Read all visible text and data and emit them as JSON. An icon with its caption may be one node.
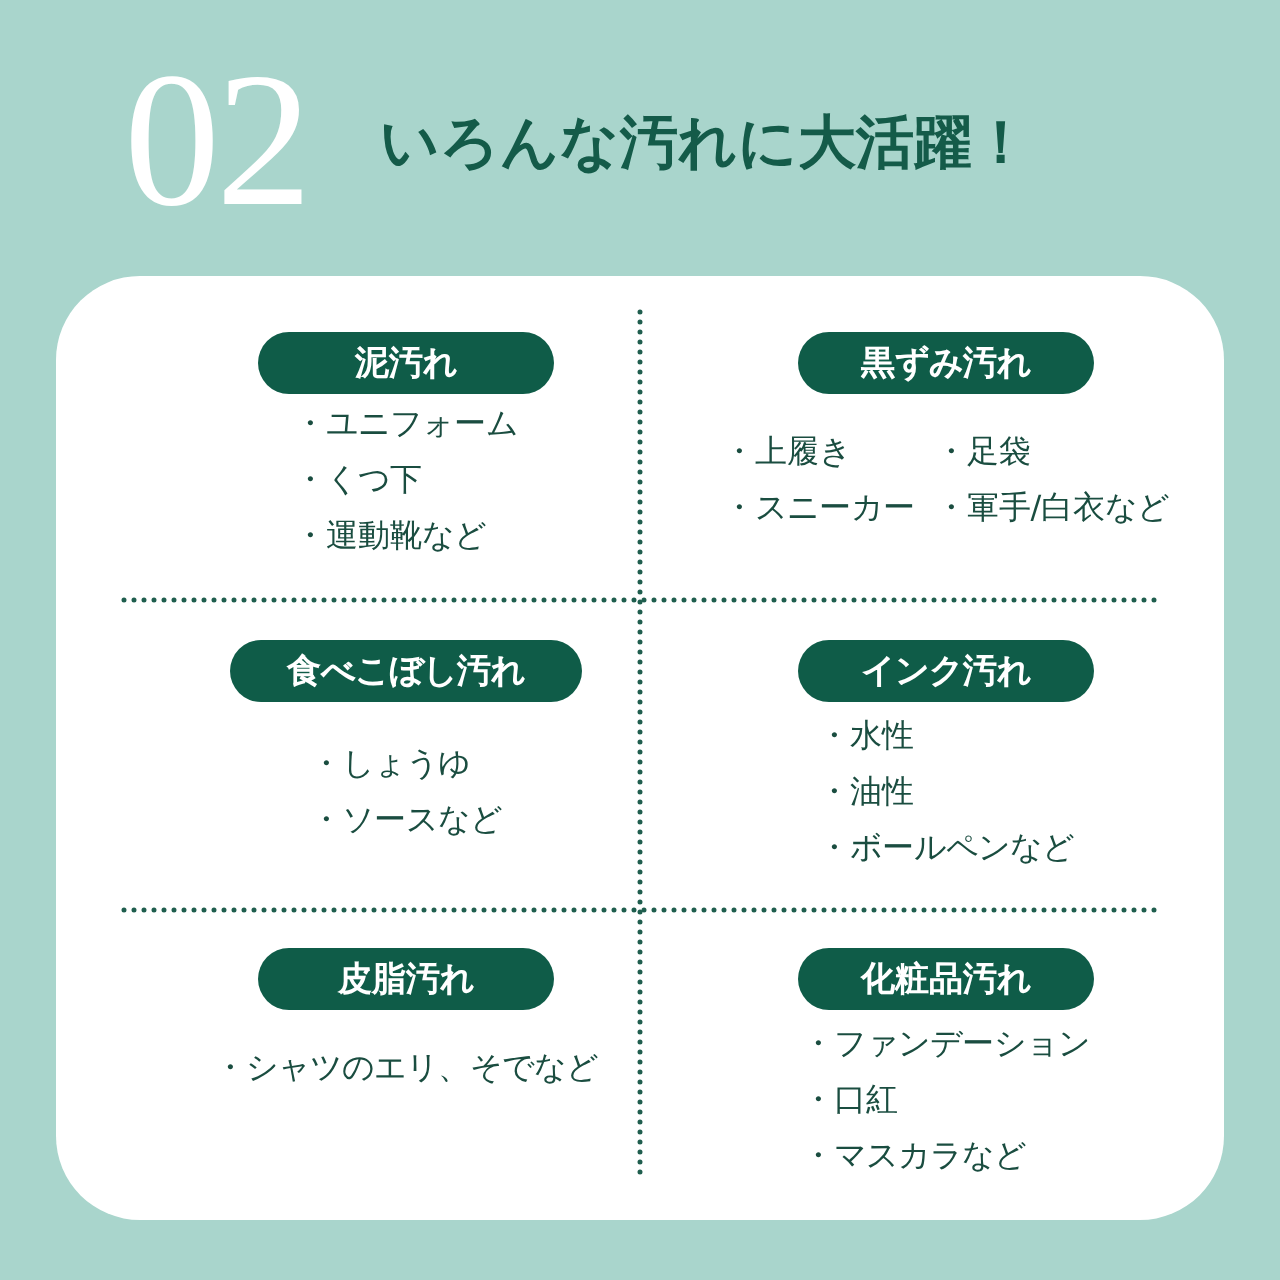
{
  "diagram": {
    "title": "いろんな汚れに大活躍！",
    "nodes": [
      {
        "text": [
          "泥汚れ"
        ],
        "beside": [
          "・ユニフォーム",
          "・くつ下",
          "・運動靴など"
        ]
      },
      {
        "text": [
          "黒ずみ汚れ"
        ],
        "beside": [
          "・上履き",
          "・足袋",
          "・スニーカー",
          "・軍手/白衣など"
        ]
      },
      {
        "text": [
          "食べこぼし汚れ"
        ],
        "beside": [
          "・しょうゆ",
          "・ソースなど"
        ]
      },
      {
        "text": [
          "インク汚れ"
        ],
        "beside": [
          "・水性",
          "・油性",
          "・ボールペンなど"
        ]
      },
      {
        "text": [
          "皮脂汚れ"
        ],
        "beside": [
          "・シャツのエリ、そでなど"
        ]
      },
      {
        "text": [
          "化粧品汚れ"
        ],
        "beside": [
          "・ファンデーション",
          "・口紅",
          "・マスカラなど"
        ]
      }
    ],
    "labels": [
      "02"
    ]
  }
}
